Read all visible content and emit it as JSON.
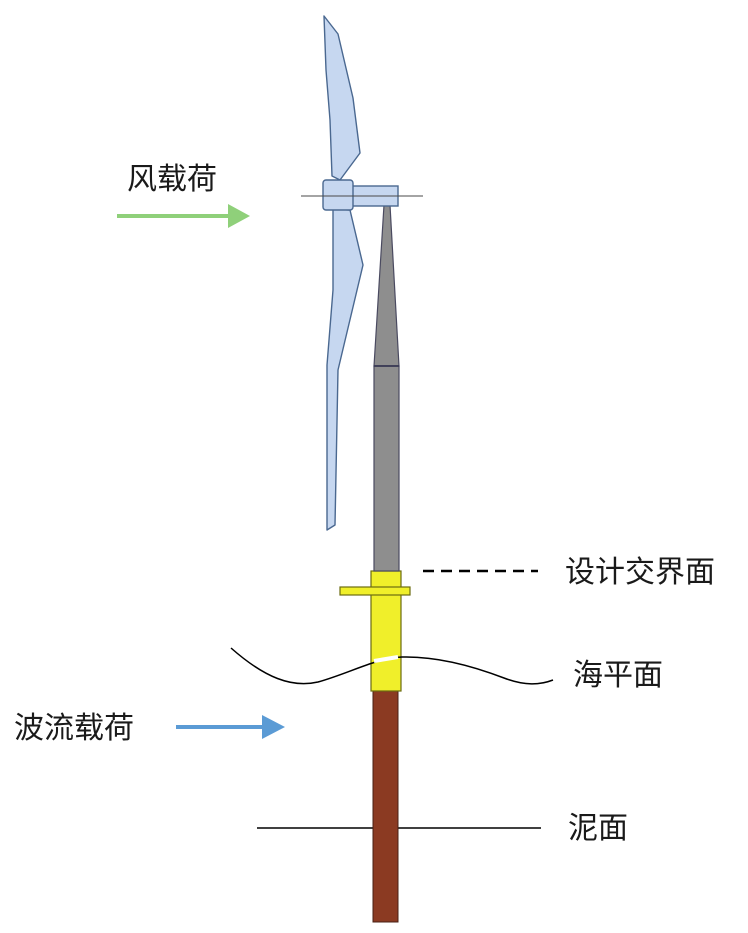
{
  "labels": {
    "wind_load": "风载荷",
    "design_interface": "设计交界面",
    "sea_level": "海平面",
    "wave_current_load": "波流载荷",
    "mudline": "泥面"
  },
  "colors": {
    "blade_fill": "#c6d7f0",
    "blade_stroke": "#4a6890",
    "tower": "#8e8e8e",
    "transition_piece": "#f0ef2a",
    "monopile": "#8b3a22",
    "wind_arrow": "#8fd07a",
    "wave_arrow": "#5b9bd5",
    "line": "#000000"
  }
}
